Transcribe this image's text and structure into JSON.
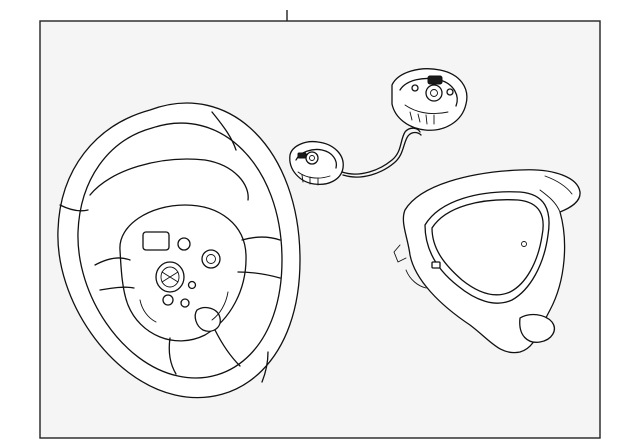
{
  "diagram": {
    "frame_color": "#222222",
    "panel_background": "#f5f5f5",
    "line_color": "#111111",
    "parts": [
      {
        "name": "steering-wheel"
      },
      {
        "name": "switch-assembly-right"
      },
      {
        "name": "switch-assembly-left"
      },
      {
        "name": "wiring-harness"
      },
      {
        "name": "trim-cover"
      }
    ]
  }
}
